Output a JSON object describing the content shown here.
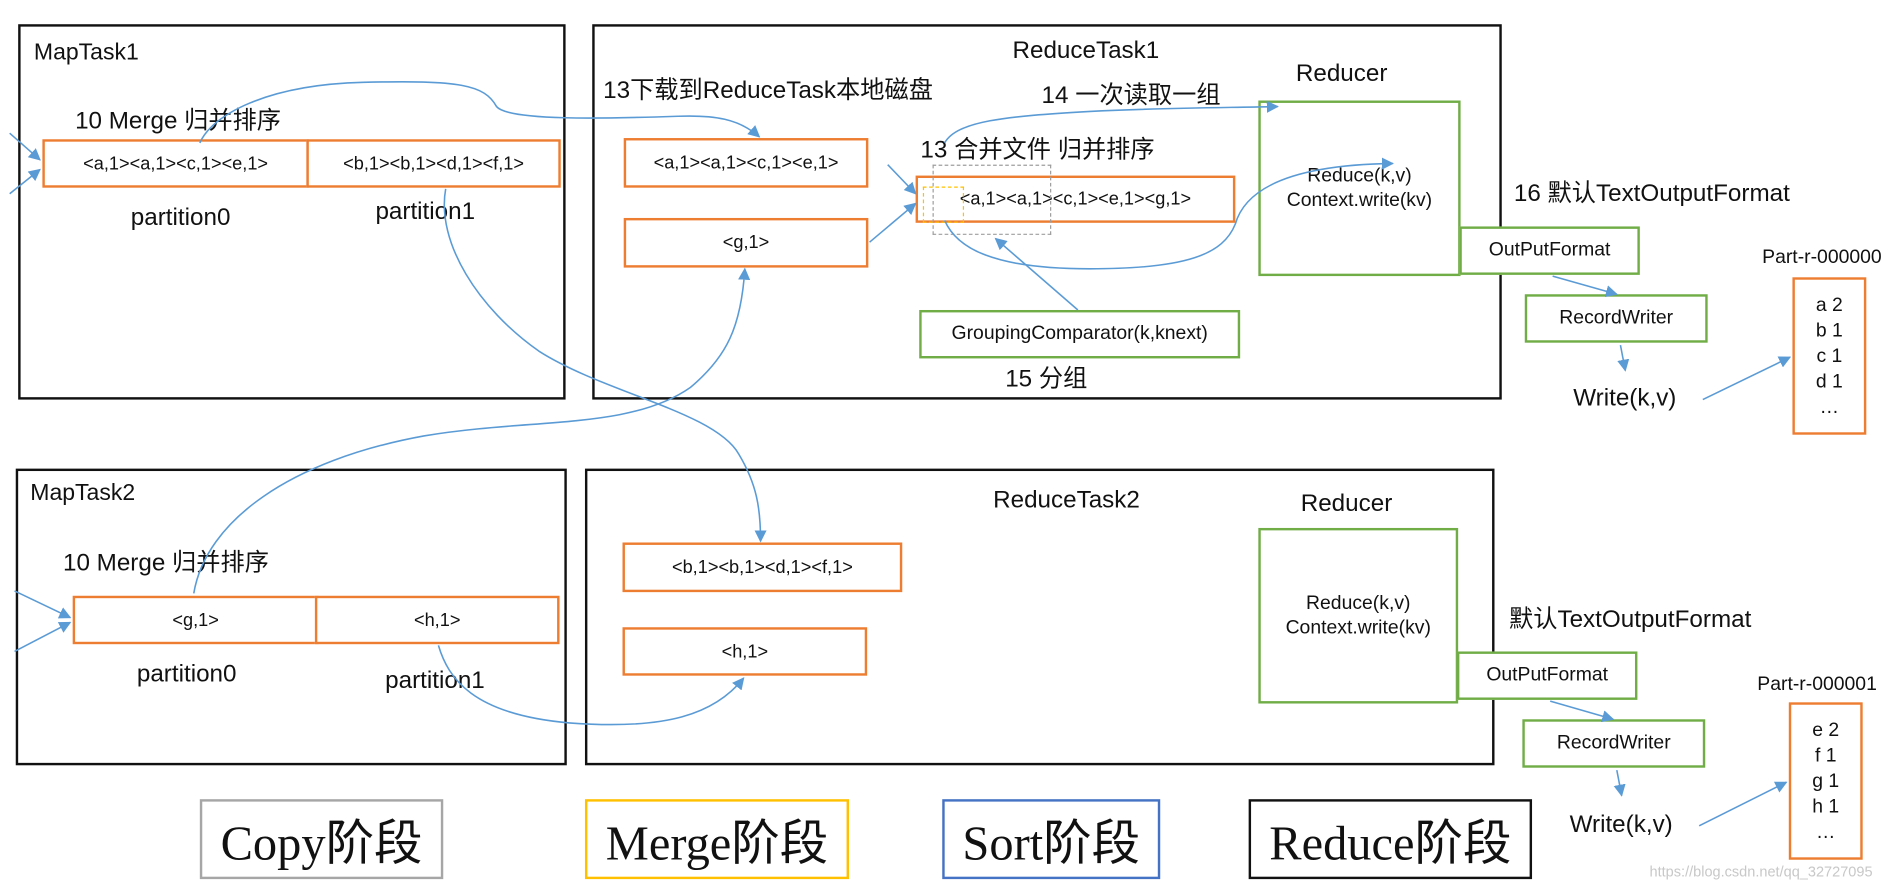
{
  "map1": {
    "title": "MapTask1",
    "merge_label": "10 Merge 归并排序",
    "p0_content": "<a,1><a,1><c,1><e,1>",
    "p1_content": "<b,1><b,1><d,1><f,1>",
    "p0_label": "partition0",
    "p1_label": "partition1"
  },
  "map2": {
    "title": "MapTask2",
    "merge_label": "10 Merge 归并排序",
    "p0_content": "<g,1>",
    "p1_content": "<h,1>",
    "p0_label": "partition0",
    "p1_label": "partition1"
  },
  "reduce1": {
    "title": "ReduceTask1",
    "download_label": "13下载到ReduceTask本地磁盘",
    "read_label": "14 一次读取一组",
    "merge_label": "13 合并文件 归并排序",
    "box1": "<a,1><a,1><c,1><e,1>",
    "box2": "<g,1>",
    "merged": "<a,1><a,1><c,1><e,1><g,1>",
    "grouping": "GroupingComparator(k,knext)",
    "group_label": "15 分组",
    "reducer_title": "Reducer",
    "reduce_line1": "Reduce(k,v)",
    "reduce_line2": "Context.write(kv)",
    "output_format_label": "16 默认TextOutputFormat",
    "output_format": "OutPutFormat",
    "record_writer": "RecordWriter",
    "write": "Write(k,v)",
    "file_name": "Part-r-000000",
    "file_lines": [
      "a 2",
      "b 1",
      "c 1",
      "d 1",
      "…"
    ]
  },
  "reduce2": {
    "title": "ReduceTask2",
    "box1": "<b,1><b,1><d,1><f,1>",
    "box2": "<h,1>",
    "reducer_title": "Reducer",
    "reduce_line1": "Reduce(k,v)",
    "reduce_line2": "Context.write(kv)",
    "output_format_label": "默认TextOutputFormat",
    "output_format": "OutPutFormat",
    "record_writer": "RecordWriter",
    "write": "Write(k,v)",
    "file_name": "Part-r-000001",
    "file_lines": [
      "e 2",
      "f 1",
      "g 1",
      "h 1",
      "…"
    ]
  },
  "legend": {
    "copy": "Copy阶段",
    "merge": "Merge阶段",
    "sort": "Sort阶段",
    "reduce": "Reduce阶段",
    "colors": {
      "copy": "#a6a6a6",
      "merge": "#ffc000",
      "sort": "#4472c4",
      "reduce": "#111111"
    }
  },
  "watermark": "https://blog.csdn.net/qq_32727095",
  "colors": {
    "arrow": "#5b9bd5",
    "orange": "#ed7d31",
    "green": "#70ad47"
  }
}
